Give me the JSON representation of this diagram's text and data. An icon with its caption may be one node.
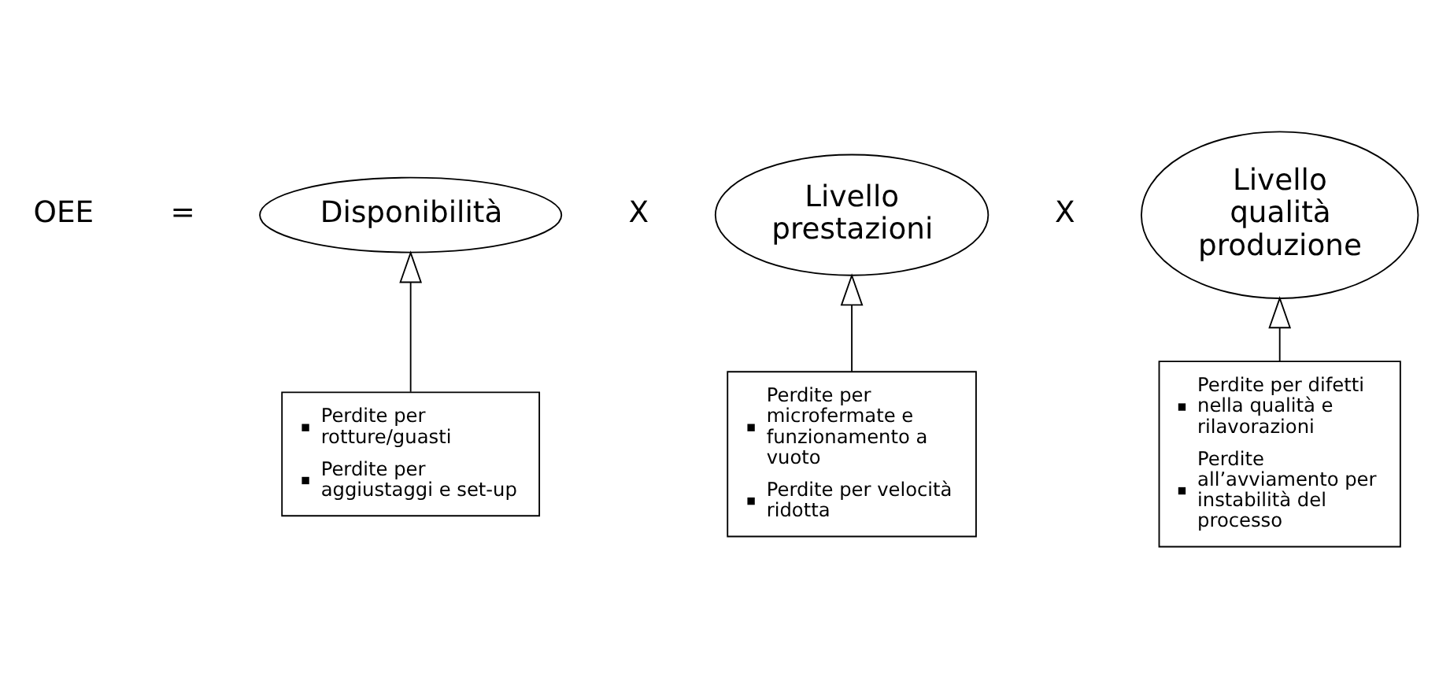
{
  "diagram": {
    "nodes": [
      {
        "text": [
          "Disponibilità"
        ]
      },
      {
        "text": [
          "Livello prestazioni"
        ]
      },
      {
        "text": [
          "Livello qualità produzione"
        ]
      },
      {
        "text": [
          "Perdite per rotture/guasti",
          "Perdite per aggiustaggi e set-up"
        ]
      },
      {
        "text": [
          "Perdite per microfermate e funzionamento a vuoto",
          "Perdite per velocità ridotta"
        ]
      },
      {
        "text": [
          "Perdite per difetti nella qualità e rilavorazioni",
          "Perdite all’avviamento per instabilità del processo"
        ]
      }
    ],
    "edges": [
      {
        "from": 3,
        "to": 0,
        "arrow": "to"
      },
      {
        "from": 4,
        "to": 1,
        "arrow": "to"
      },
      {
        "from": 5,
        "to": 2,
        "arrow": "to"
      }
    ],
    "labels": [
      "OEE",
      "=",
      "X",
      "X"
    ]
  }
}
